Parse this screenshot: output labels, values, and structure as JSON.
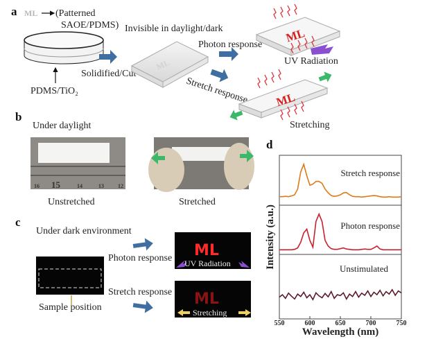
{
  "panel_a": {
    "letter": "a",
    "logo_text": "ML",
    "patterned": "(Patterned",
    "patterned2": "SAOE/PDMS)",
    "substrate": "PDMS/TiO₂",
    "solidified": "Solidified/Cut",
    "invisible": "Invisible in daylight/dark",
    "photon_response": "Photon response",
    "uv_radiation": "UV Radiation",
    "stretch_response": "Stretch response",
    "stretching": "Stretching",
    "ml_text": "ML"
  },
  "panel_b": {
    "letter": "b",
    "title": "Under daylight",
    "ruler_ticks": [
      "16",
      "15",
      "14",
      "13",
      "12"
    ],
    "unstretched": "Unstretched",
    "stretched": "Stretched"
  },
  "panel_c": {
    "letter": "c",
    "title": "Under dark environment",
    "sample_position": "Sample position",
    "photon_response": "Photon response",
    "stretch_response": "Stretch response",
    "uv_radiation": "UV Radiation",
    "stretching": "Stretching",
    "ml_text": "ML"
  },
  "colors": {
    "arrow_blue": "#3f6fa0",
    "arrow_green": "#3cb86a",
    "uv_purple": "#8a4fd0",
    "ml_red": "#e02020",
    "stretch_curve": "#e07818",
    "photon_curve": "#c8202c",
    "unstim_curve": "#5a1a2a"
  },
  "chart_data": {
    "type": "line",
    "letter": "d",
    "xlabel": "Wavelength (nm)",
    "ylabel": "Intensity (a.u.)",
    "xlim": [
      550,
      750
    ],
    "xticks": [
      "550",
      "600",
      "650",
      "700",
      "750"
    ],
    "x": [
      550,
      555,
      560,
      565,
      570,
      575,
      580,
      585,
      590,
      595,
      600,
      605,
      610,
      615,
      620,
      625,
      630,
      635,
      640,
      645,
      650,
      655,
      660,
      665,
      670,
      675,
      680,
      685,
      690,
      695,
      700,
      705,
      710,
      715,
      720,
      725,
      730,
      735,
      740,
      745,
      750
    ],
    "series": [
      {
        "name": "Stretch response",
        "color": "#e07818",
        "values": [
          0.15,
          0.15,
          0.16,
          0.15,
          0.17,
          0.2,
          0.35,
          0.8,
          1.0,
          0.7,
          0.45,
          0.48,
          0.55,
          0.55,
          0.5,
          0.35,
          0.25,
          0.18,
          0.16,
          0.17,
          0.2,
          0.25,
          0.26,
          0.2,
          0.16,
          0.15,
          0.15,
          0.14,
          0.15,
          0.16,
          0.17,
          0.18,
          0.17,
          0.15,
          0.14,
          0.14,
          0.15,
          0.14,
          0.14,
          0.14,
          0.15
        ]
      },
      {
        "name": "Photon response",
        "color": "#c8202c",
        "values": [
          0.05,
          0.05,
          0.05,
          0.05,
          0.05,
          0.06,
          0.1,
          0.25,
          0.5,
          0.6,
          0.3,
          0.12,
          0.8,
          1.0,
          0.8,
          0.3,
          0.15,
          0.08,
          0.06,
          0.06,
          0.08,
          0.1,
          0.07,
          0.06,
          0.05,
          0.05,
          0.05,
          0.06,
          0.07,
          0.06,
          0.06,
          0.1,
          0.15,
          0.07,
          0.05,
          0.05,
          0.05,
          0.05,
          0.05,
          0.05,
          0.05
        ]
      },
      {
        "name": "Unstimulated",
        "color": "#5a1a2a",
        "values": [
          0.42,
          0.5,
          0.38,
          0.55,
          0.45,
          0.36,
          0.52,
          0.44,
          0.58,
          0.4,
          0.5,
          0.34,
          0.56,
          0.46,
          0.4,
          0.54,
          0.43,
          0.6,
          0.38,
          0.5,
          0.47,
          0.56,
          0.36,
          0.52,
          0.44,
          0.6,
          0.42,
          0.55,
          0.48,
          0.62,
          0.44,
          0.58,
          0.5,
          0.64,
          0.46,
          0.6,
          0.52,
          0.66,
          0.48,
          0.62,
          0.56
        ]
      }
    ]
  }
}
